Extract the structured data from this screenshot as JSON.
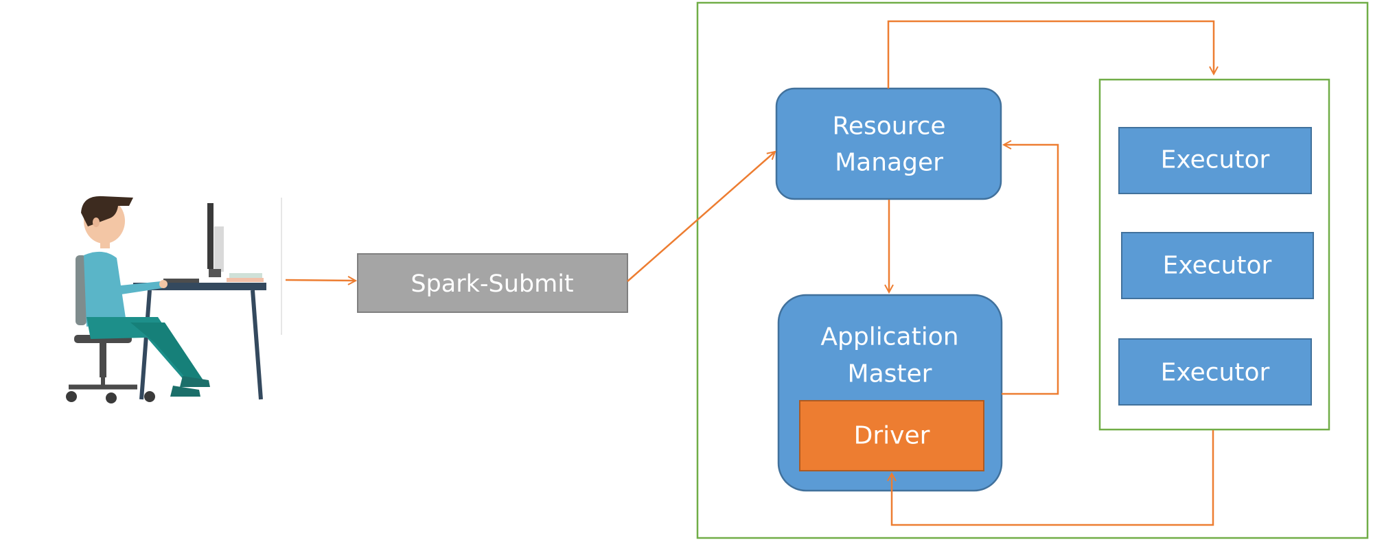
{
  "diagram": {
    "nodes": {
      "user": {
        "icon": "user-at-computer-icon"
      },
      "spark_submit": {
        "label": "Spark-Submit"
      },
      "resource_manager": {
        "label_line1": "Resource",
        "label_line2": "Manager"
      },
      "application_master": {
        "label_line1": "Application",
        "label_line2": "Master"
      },
      "driver": {
        "label": "Driver"
      },
      "executors": [
        {
          "label": "Executor"
        },
        {
          "label": "Executor"
        },
        {
          "label": "Executor"
        }
      ]
    },
    "edges": [
      {
        "from": "user",
        "to": "spark_submit"
      },
      {
        "from": "spark_submit",
        "to": "resource_manager"
      },
      {
        "from": "resource_manager",
        "to": "executors"
      },
      {
        "from": "resource_manager",
        "to": "application_master"
      },
      {
        "from": "application_master",
        "to": "resource_manager"
      },
      {
        "from": "executors",
        "to": "driver"
      }
    ],
    "colors": {
      "blue_fill": "#5b9bd5",
      "blue_stroke": "#41719c",
      "gray_fill": "#a5a5a5",
      "gray_stroke": "#7f7f7f",
      "orange_fill": "#ed7d31",
      "orange_stroke": "#ae5a21",
      "arrow": "#ed7d31",
      "container_border": "#70ad47"
    }
  }
}
